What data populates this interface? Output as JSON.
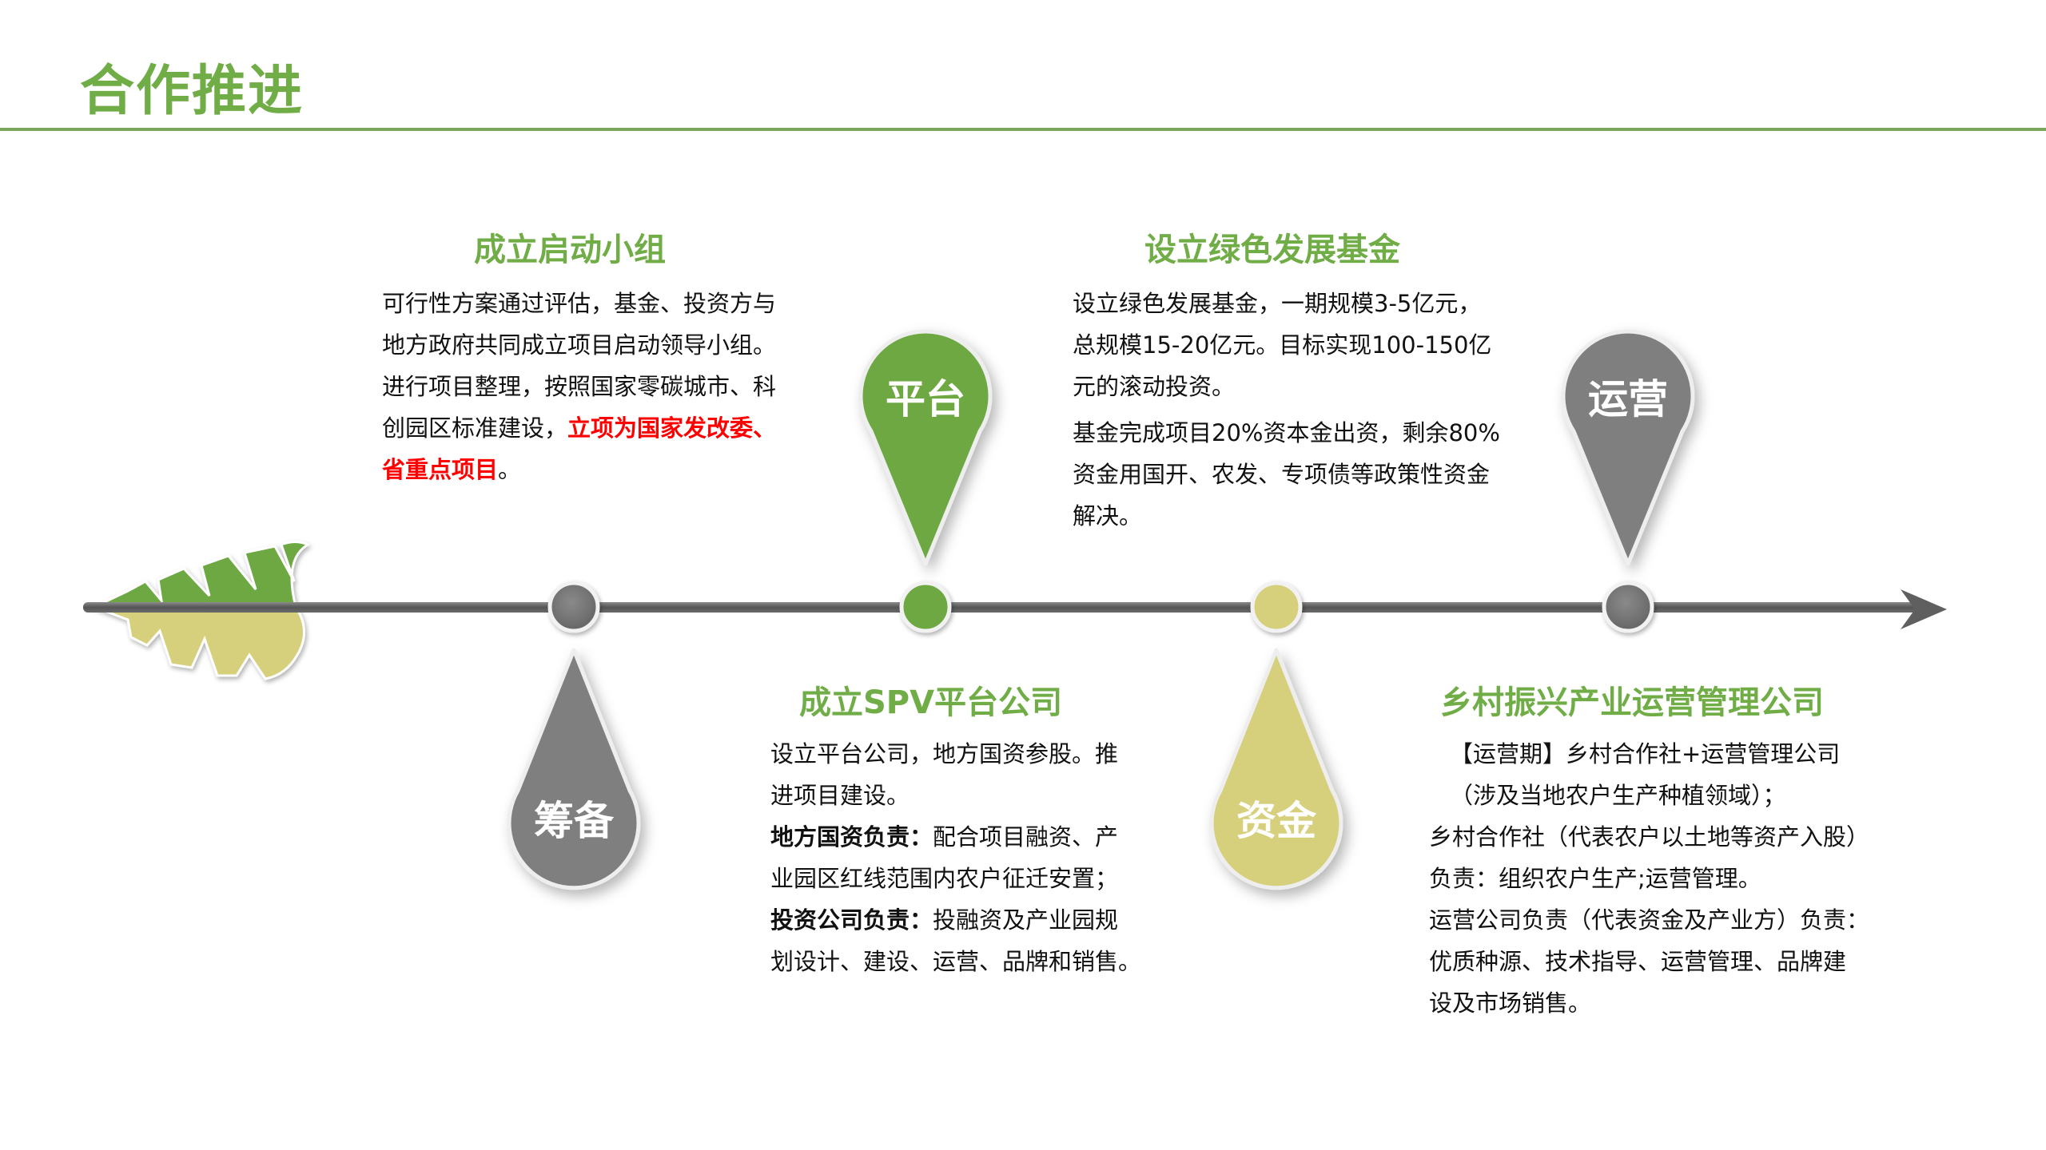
{
  "page": {
    "title": "合作推进"
  },
  "colors": {
    "accent_green": "#70ad47",
    "accent_khaki": "#d4cf7a",
    "pin_gray": "#7f7f7f",
    "timeline_gray": "#5a5a5a",
    "highlight_red": "#ff0000"
  },
  "timeline": {
    "stages": [
      {
        "id": "prep",
        "pin_label": "筹备",
        "position": "below",
        "color": "gray"
      },
      {
        "id": "platform",
        "pin_label": "平台",
        "position": "above",
        "color": "green"
      },
      {
        "id": "funding",
        "pin_label": "资金",
        "position": "below",
        "color": "khaki"
      },
      {
        "id": "operation",
        "pin_label": "运营",
        "position": "above",
        "color": "gray"
      }
    ]
  },
  "sections": {
    "startup_group": {
      "heading": "成立启动小组",
      "lines": [
        "可行性方案通过评估，基金、投资方与",
        "地方政府共同成立项目启动领导小组。",
        "进行项目整理，按照国家零碳城市、科"
      ],
      "line4_prefix": "创园区标准建设，",
      "line4_highlight": "立项为国家发改委、",
      "line5_highlight": "省重点项目",
      "line5_suffix": "。"
    },
    "green_fund": {
      "heading": "设立绿色发展基金",
      "lines": [
        "设立绿色发展基金，一期规模3-5亿元，",
        "总规模15-20亿元。目标实现100-150亿",
        "元的滚动投资。",
        "基金完成项目20%资本金出资，剩余80%",
        "资金用国开、农发、专项债等政策性资金",
        "解决。"
      ]
    },
    "spv_company": {
      "heading": "成立SPV平台公司",
      "intro_lines": [
        "设立平台公司，地方国资参股。推",
        "进项目建设。"
      ],
      "item1_label": "地方国资负责：",
      "item1_text1": "配合项目融资、产",
      "item1_text2": "业园区红线范围内农户征迁安置；",
      "item2_label": "投资公司负责：",
      "item2_text1": "投融资及产业园规",
      "item2_text2": "划设计、建设、运营、品牌和销售。"
    },
    "operation_company": {
      "heading": "乡村振兴产业运营管理公司",
      "lines": [
        "【运营期】乡村合作社+运营管理公司",
        "（涉及当地农户生产种植领域）；",
        "乡村合作社（代表农户以土地等资产入股）",
        "负责：组织农户生产;运营管理。",
        "运营公司负责（代表资金及产业方）负责：",
        "优质种源、技术指导、运营管理、品牌建",
        "设及市场销售。"
      ]
    }
  }
}
